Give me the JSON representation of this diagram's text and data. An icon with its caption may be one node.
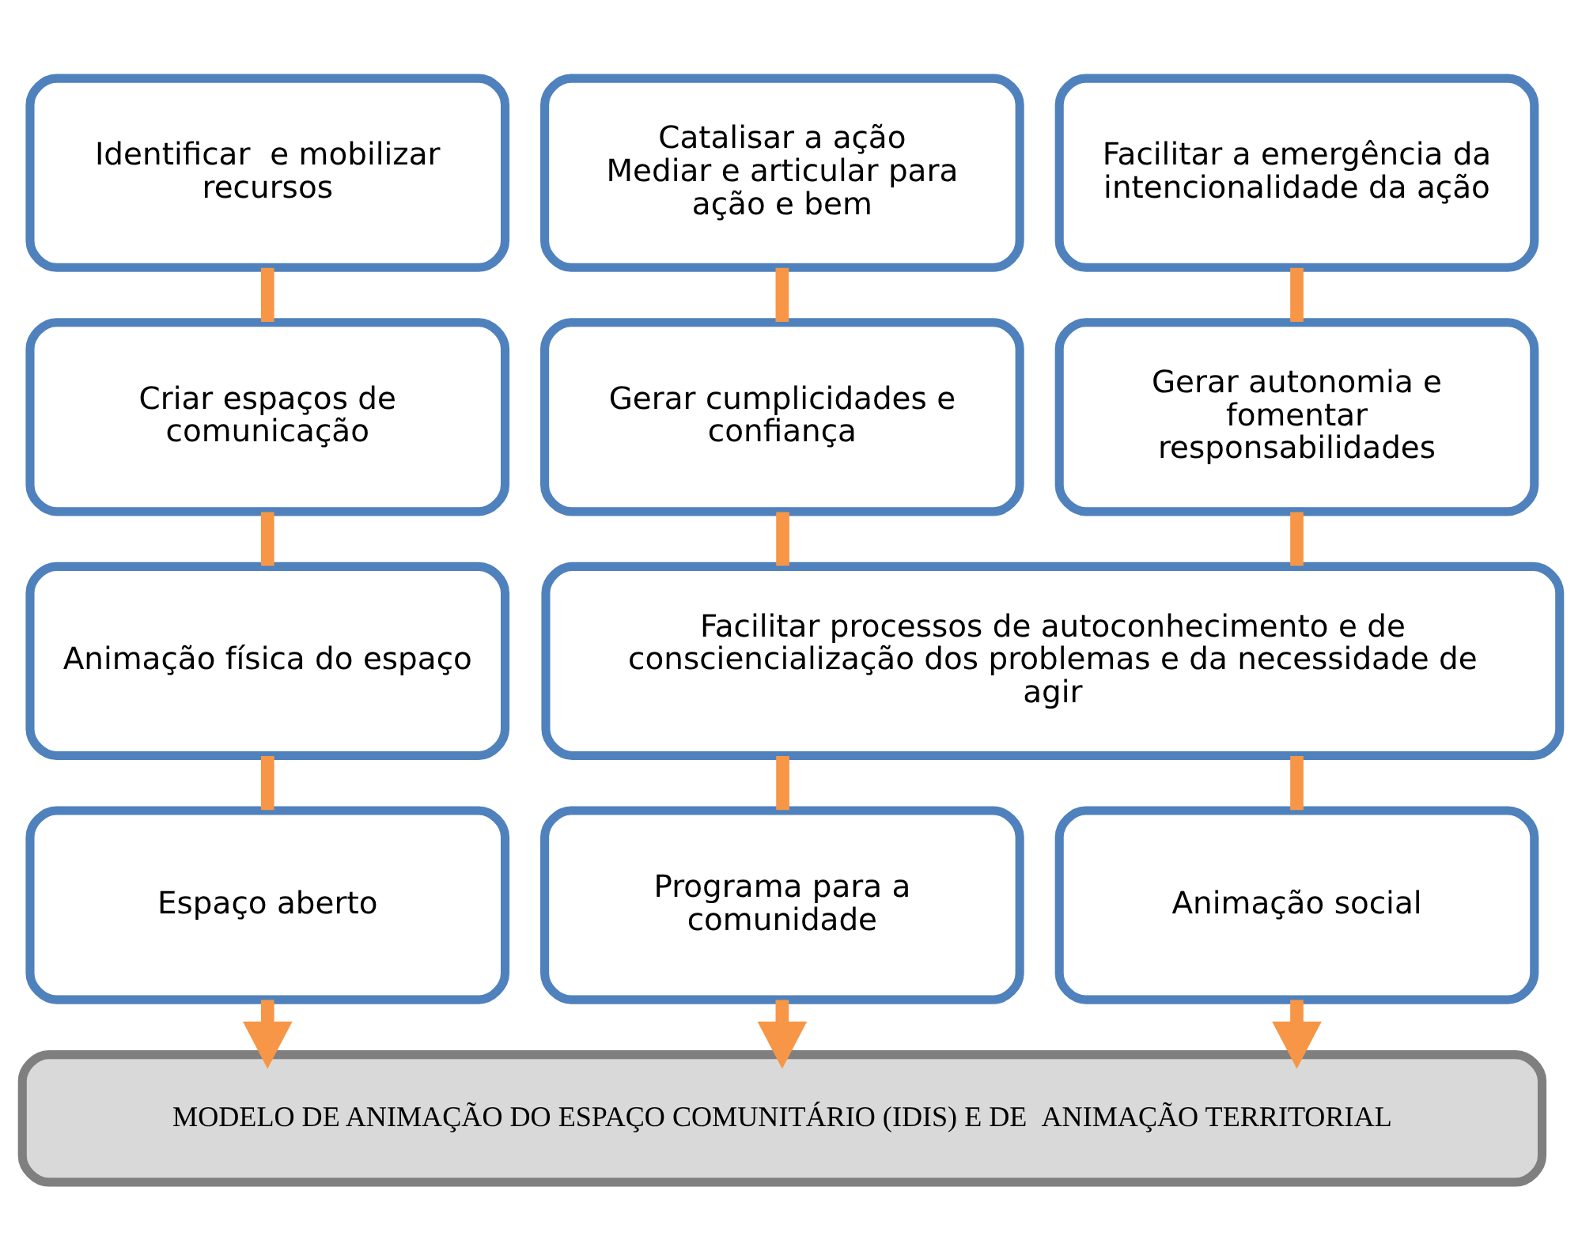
{
  "diagram": {
    "nodes": [
      {
        "text": [
          "Identificar  e mobilizar recursos"
        ]
      },
      {
        "text": [
          "Catalisar a ação",
          "Mediar e articular para ação e bem"
        ]
      },
      {
        "text": [
          "Facilitar a emergência da intencionalidade da ação"
        ]
      },
      {
        "text": [
          "Criar espaços de comunicação"
        ]
      },
      {
        "text": [
          "Gerar cumplicidades e confiança"
        ]
      },
      {
        "text": [
          "Gerar autonomia e fomentar responsabilidades"
        ]
      },
      {
        "text": [
          "Animação física do espaço"
        ]
      },
      {
        "text": [
          "Facilitar processos de autoconhecimento e de consciencialização dos problemas e da necessidade de agir"
        ]
      },
      {
        "text": [
          "Espaço aberto"
        ]
      },
      {
        "text": [
          "Programa para a comunidade"
        ]
      },
      {
        "text": [
          "Animação social"
        ]
      },
      {
        "text": [
          "MODELO DE ANIMAÇÃO DO ESPAÇO COMUNITÁRIO (IDIS) E DE  ANIMAÇÃO TERRITORIAL"
        ]
      }
    ],
    "edges": [
      {
        "from": 0,
        "to": 3,
        "arrow": "none"
      },
      {
        "from": 1,
        "to": 4,
        "arrow": "none"
      },
      {
        "from": 2,
        "to": 5,
        "arrow": "none"
      },
      {
        "from": 3,
        "to": 6,
        "arrow": "none"
      },
      {
        "from": 4,
        "to": 7,
        "arrow": "none"
      },
      {
        "from": 5,
        "to": 7,
        "arrow": "none"
      },
      {
        "from": 6,
        "to": 8,
        "arrow": "none"
      },
      {
        "from": 7,
        "to": 9,
        "arrow": "none"
      },
      {
        "from": 7,
        "to": 10,
        "arrow": "none"
      },
      {
        "from": 8,
        "to": 11,
        "arrow": "to"
      },
      {
        "from": 9,
        "to": 11,
        "arrow": "to"
      },
      {
        "from": 10,
        "to": 11,
        "arrow": "to"
      }
    ]
  }
}
